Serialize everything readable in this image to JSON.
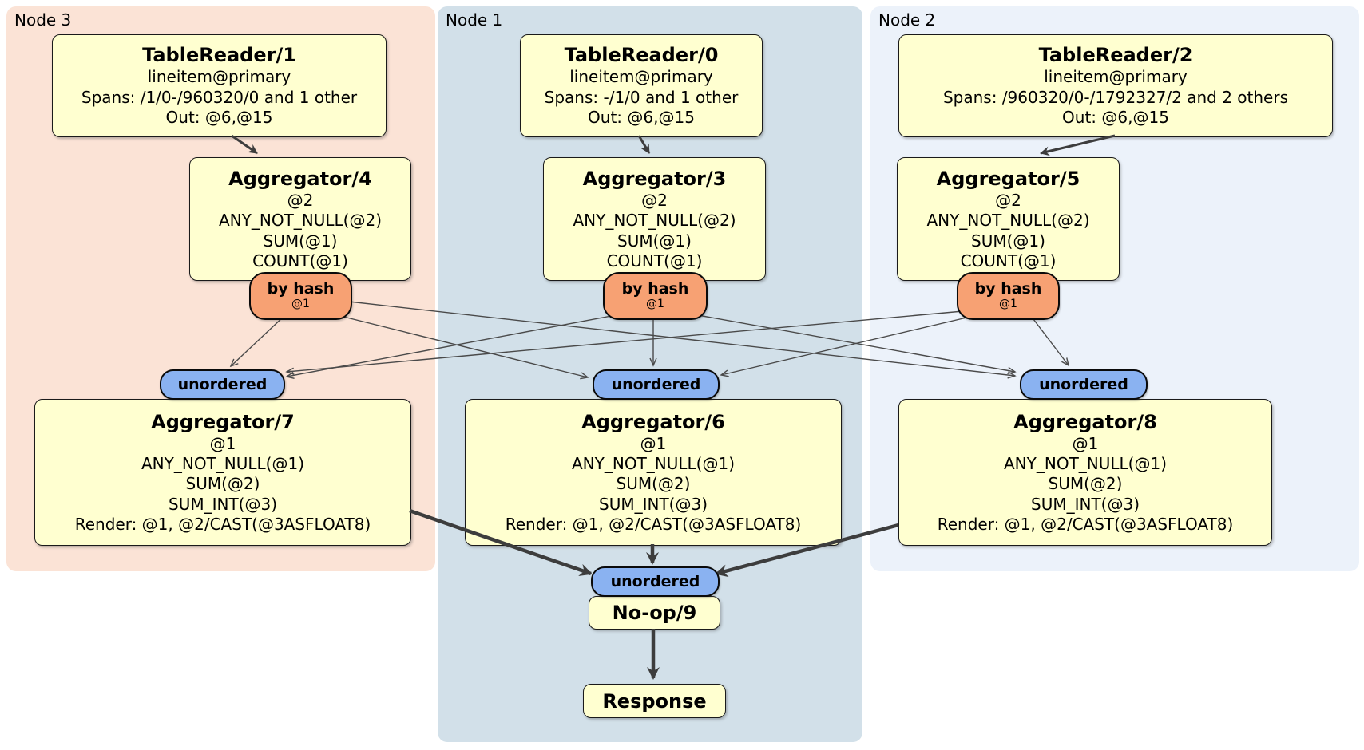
{
  "regions": {
    "node3": {
      "label": "Node 3",
      "color": "#fbe3d6"
    },
    "node1": {
      "label": "Node 1",
      "color": "#d2e0e9"
    },
    "node2": {
      "label": "Node 2",
      "color": "#ecf2fa"
    }
  },
  "processors": {
    "tablereader1": {
      "title": "TableReader/1",
      "line1": "lineitem@primary",
      "line2": "Spans: /1/0-/960320/0 and 1 other",
      "line3": "Out: @6,@15"
    },
    "tablereader0": {
      "title": "TableReader/0",
      "line1": "lineitem@primary",
      "line2": "Spans: -/1/0 and 1 other",
      "line3": "Out: @6,@15"
    },
    "tablereader2": {
      "title": "TableReader/2",
      "line1": "lineitem@primary",
      "line2": "Spans: /960320/0-/1792327/2 and 2 others",
      "line3": "Out: @6,@15"
    },
    "aggregator4": {
      "title": "Aggregator/4",
      "line1": "@2",
      "line2": "ANY_NOT_NULL(@2)",
      "line3": "SUM(@1)",
      "line4": "COUNT(@1)"
    },
    "aggregator3": {
      "title": "Aggregator/3",
      "line1": "@2",
      "line2": "ANY_NOT_NULL(@2)",
      "line3": "SUM(@1)",
      "line4": "COUNT(@1)"
    },
    "aggregator5": {
      "title": "Aggregator/5",
      "line1": "@2",
      "line2": "ANY_NOT_NULL(@2)",
      "line3": "SUM(@1)",
      "line4": "COUNT(@1)"
    },
    "aggregator7": {
      "title": "Aggregator/7",
      "line1": "@1",
      "line2": "ANY_NOT_NULL(@1)",
      "line3": "SUM(@2)",
      "line4": "SUM_INT(@3)",
      "line5": "Render: @1, @2/CAST(@3ASFLOAT8)"
    },
    "aggregator6": {
      "title": "Aggregator/6",
      "line1": "@1",
      "line2": "ANY_NOT_NULL(@1)",
      "line3": "SUM(@2)",
      "line4": "SUM_INT(@3)",
      "line5": "Render: @1, @2/CAST(@3ASFLOAT8)"
    },
    "aggregator8": {
      "title": "Aggregator/8",
      "line1": "@1",
      "line2": "ANY_NOT_NULL(@1)",
      "line3": "SUM(@2)",
      "line4": "SUM_INT(@3)",
      "line5": "Render: @1, @2/CAST(@3ASFLOAT8)"
    },
    "noop9": {
      "title": "No-op/9"
    },
    "response": {
      "title": "Response"
    }
  },
  "streams": {
    "by_hash": {
      "label": "by hash",
      "detail": "@1"
    },
    "unordered": {
      "label": "unordered"
    }
  },
  "colors": {
    "processor_fill": "#ffffd0",
    "by_hash_fill": "#f7a173",
    "unordered_fill": "#8ab2f1",
    "arrow": "#3d3d3d"
  }
}
